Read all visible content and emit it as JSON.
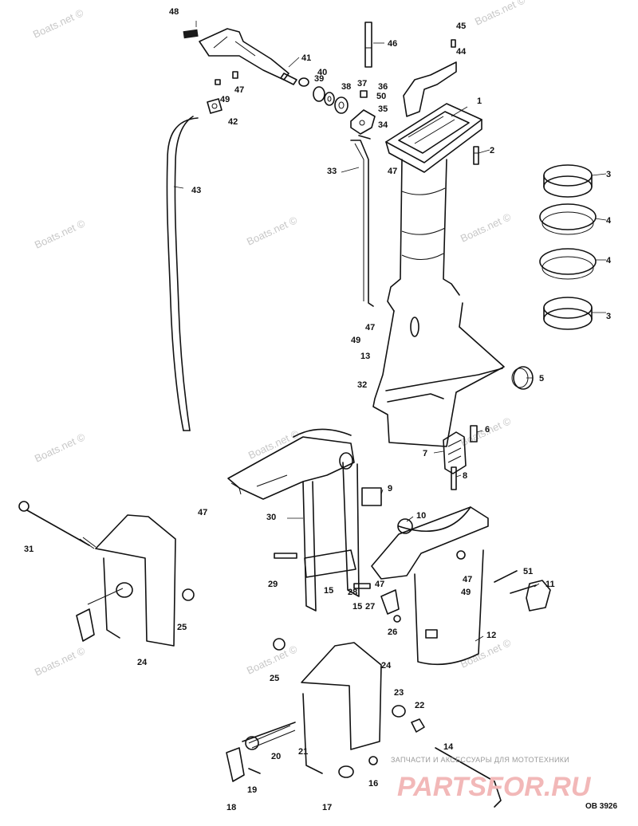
{
  "watermark": "Boats.net ©",
  "diagram_code": "OB 3926",
  "brand": {
    "caption": "ЗАПЧАСТИ И АКСЕССУАРЫ ДЛЯ МОТОТЕХНИКИ",
    "logo": "PARTSFOR.RU"
  },
  "callouts": [
    "1",
    "2",
    "3",
    "3",
    "4",
    "4",
    "5",
    "6",
    "7",
    "8",
    "9",
    "10",
    "11",
    "12",
    "13",
    "14",
    "15",
    "15",
    "16",
    "17",
    "18",
    "19",
    "20",
    "21",
    "22",
    "23",
    "24",
    "24",
    "25",
    "25",
    "26",
    "27",
    "28",
    "29",
    "30",
    "31",
    "32",
    "33",
    "34",
    "35",
    "36",
    "37",
    "38",
    "39",
    "40",
    "41",
    "42",
    "43",
    "44",
    "45",
    "46",
    "47",
    "47",
    "47",
    "47",
    "47",
    "47",
    "48",
    "49",
    "49",
    "49",
    "50",
    "51"
  ]
}
